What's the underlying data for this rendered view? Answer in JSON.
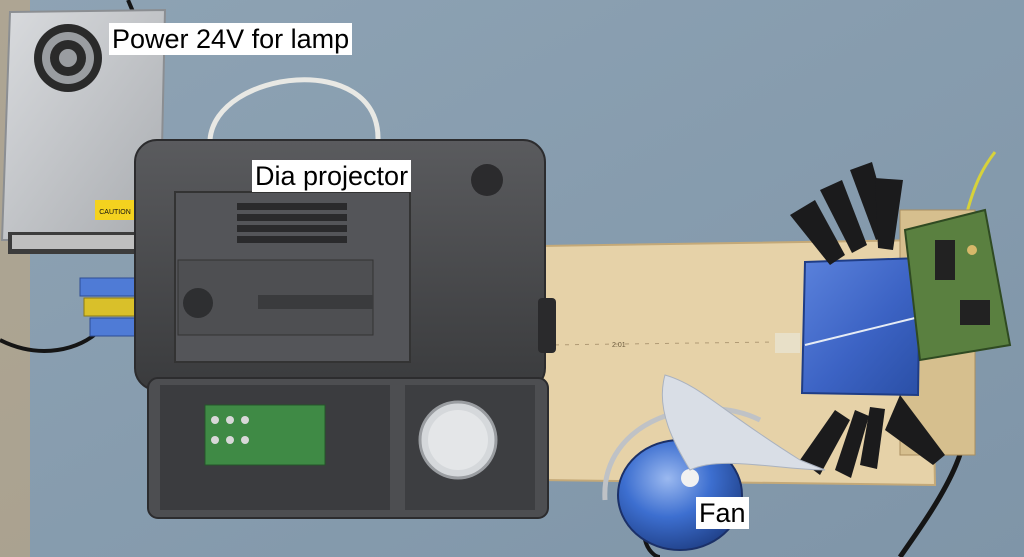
{
  "annotations": {
    "power": "Power 24V for lamp",
    "projector": "Dia projector",
    "fan": "Fan"
  },
  "printed_marks": {
    "psu_sticker": "CAUTION",
    "board_mark": "2.01"
  },
  "colors": {
    "tabletop": "#8a9fb0",
    "projector_body": "#4a4a4c",
    "plywood": "#e6d2a8",
    "solar_panel": "#3f66c8",
    "fan_shell": "#3d6fd0",
    "psu_metal": "#c7c9cc",
    "terminal_blocks": "#4f7bd6",
    "label_bg": "#ffffff"
  },
  "icons": [
    "power-supply-vent-icon",
    "clamp-icon",
    "screw-terminal-icon"
  ]
}
